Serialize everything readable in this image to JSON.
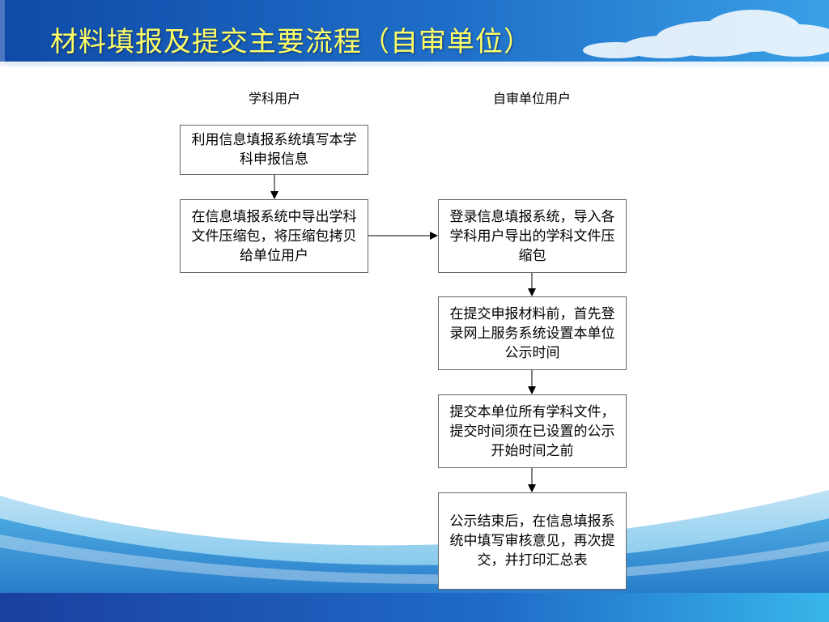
{
  "title": "材料填报及提交主要流程（自审单位）",
  "lanes": {
    "left": "学科用户",
    "right": "自审单位用户"
  },
  "steps": {
    "s1": "利用信息填报系统填写本学科申报信息",
    "s2": "在信息填报系统中导出学科文件压缩包，将压缩包拷贝给单位用户",
    "s3": "登录信息填报系统，导入各学科用户导出的学科文件压缩包",
    "s4": "在提交申报材料前，首先登录网上服务系统设置本单位公示时间",
    "s5": "提交本单位所有学科文件，提交时间须在已设置的公示开始时间之前",
    "s6": "公示结束后，在信息填报系统中填写审核意见，再次提交，并打印汇总表"
  },
  "colors": {
    "title_text": "#ffff66",
    "header_bar": "#1b5bb3",
    "footer_bar": "#1848a8",
    "box_border": "#666666"
  }
}
